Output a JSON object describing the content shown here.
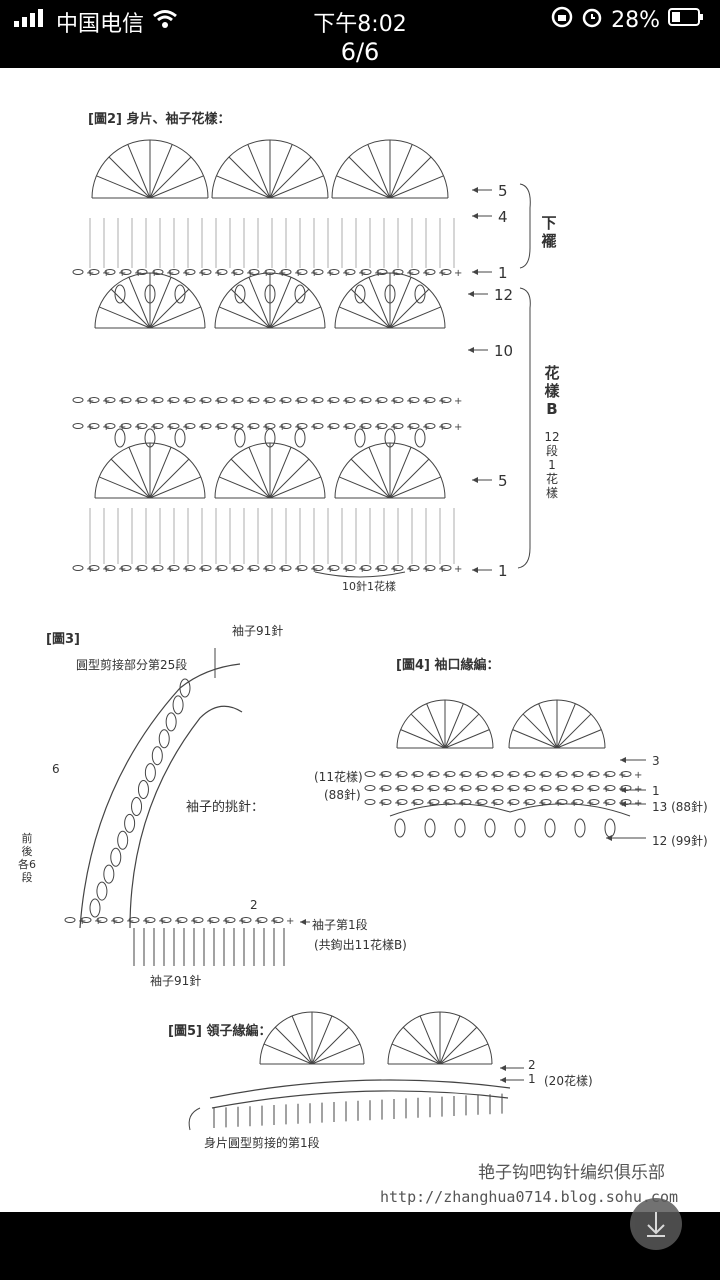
{
  "status_bar": {
    "carrier": "中国电信",
    "time": "下午8:02",
    "battery": "28%"
  },
  "pager": {
    "text": "6/6"
  },
  "diagram": {
    "fig2_title": "[圖2] 身片、袖子花樣：",
    "row5": "5",
    "row4": "4",
    "row1_top": "1",
    "row12": "12",
    "row10": "10",
    "row5_lower": "5",
    "row1_bottom": "1",
    "hem_label": "下襬",
    "patternB_label": "花樣B",
    "rows_note": "12段1花樣",
    "repeat_note": "10針1花樣",
    "fig3_title": "[圖3]",
    "sleeve91_top": "袖子91針",
    "raglan25": "圓型剪接部分第25段",
    "sleeve_pickup": "袖子的挑針：",
    "front_back6": "前後各6段",
    "mark6": "6",
    "mark2": "2",
    "sleeve_row1": "袖子第1段",
    "sleeve_total": "(共鉤出11花樣B)",
    "sleeve91_bottom": "袖子91針",
    "fig4_title": "[圖4] 袖口緣編：",
    "cuff_r3": "3",
    "cuff_r1": "1",
    "cuff_11": "(11花樣)",
    "cuff_88": "(88針)",
    "cuff_r13": "13 (88針)",
    "cuff_r12": "12 (99針)",
    "fig5_title": "[圖5] 領子緣編：",
    "collar_r2": "2",
    "collar_r1": "1",
    "collar_20": "(20花樣)",
    "collar_base": "身片圓型剪接的第1段",
    "watermark_name": "艳子钩吧钩针编织俱乐部",
    "watermark_url": "http://zhanghua0714.blog.sohu.com"
  }
}
